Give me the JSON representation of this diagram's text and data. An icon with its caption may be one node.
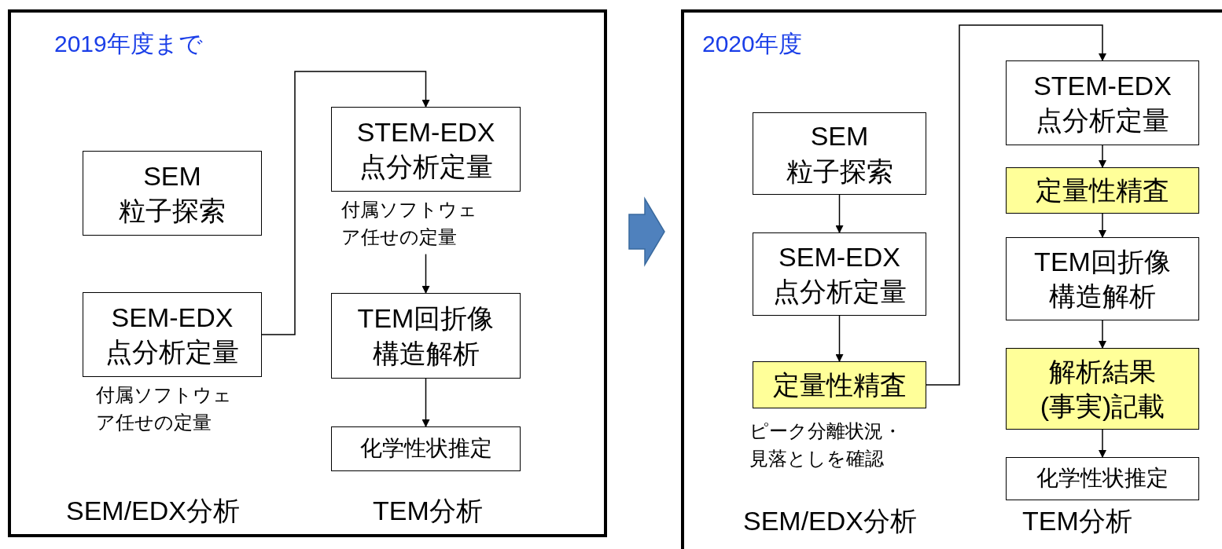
{
  "diagram": {
    "nodes": [
      {
        "text": [
          "2019年度まで",
          "SEM/EDX分析",
          "TEM分析"
        ]
      },
      {
        "text": [
          "SEM",
          "粒子探索"
        ],
        "in": 0
      },
      {
        "text": [
          "SEM-EDX",
          "点分析定量"
        ],
        "in": 0,
        "beside": [
          "付属ソフトウェア任せの定量"
        ]
      },
      {
        "text": [
          "STEM-EDX",
          "点分析定量"
        ],
        "in": 0,
        "beside": [
          "付属ソフトウェア任せの定量"
        ]
      },
      {
        "text": [
          "TEM回折像",
          "構造解析"
        ],
        "in": 0
      },
      {
        "text": [
          "化学性状推定"
        ],
        "in": 0
      },
      {
        "text": [
          "2020年度",
          "SEM/EDX分析",
          "TEM分析"
        ]
      },
      {
        "text": [
          "SEM",
          "粒子探索"
        ],
        "in": 6
      },
      {
        "text": [
          "SEM-EDX",
          "点分析定量"
        ],
        "in": 6
      },
      {
        "text": [
          "定量性精査"
        ],
        "in": 6,
        "beside": [
          "ピーク分離状況・見落としを確認"
        ]
      },
      {
        "text": [
          "STEM-EDX",
          "点分析定量"
        ],
        "in": 6
      },
      {
        "text": [
          "定量性精査"
        ],
        "in": 6
      },
      {
        "text": [
          "TEM回折像",
          "構造解析"
        ],
        "in": 6
      },
      {
        "text": [
          "解析結果",
          "(事実)記載"
        ],
        "in": 6
      },
      {
        "text": [
          "化学性状推定"
        ],
        "in": 6
      }
    ],
    "edges": [
      {
        "from": 2,
        "to": 3,
        "arrow": "to"
      },
      {
        "from": 3,
        "to": 4,
        "arrow": "to"
      },
      {
        "from": 4,
        "to": 5,
        "arrow": "to"
      },
      {
        "from": 0,
        "to": 6,
        "arrow": "to",
        "style": "thick",
        "color": "#4f81bd"
      },
      {
        "from": 7,
        "to": 8,
        "arrow": "to"
      },
      {
        "from": 8,
        "to": 9,
        "arrow": "to"
      },
      {
        "from": 9,
        "to": 10,
        "arrow": "to"
      },
      {
        "from": 10,
        "to": 11,
        "arrow": "to"
      },
      {
        "from": 11,
        "to": 12,
        "arrow": "to"
      },
      {
        "from": 12,
        "to": 13,
        "arrow": "to"
      },
      {
        "from": 13,
        "to": 14,
        "arrow": "to"
      }
    ]
  }
}
